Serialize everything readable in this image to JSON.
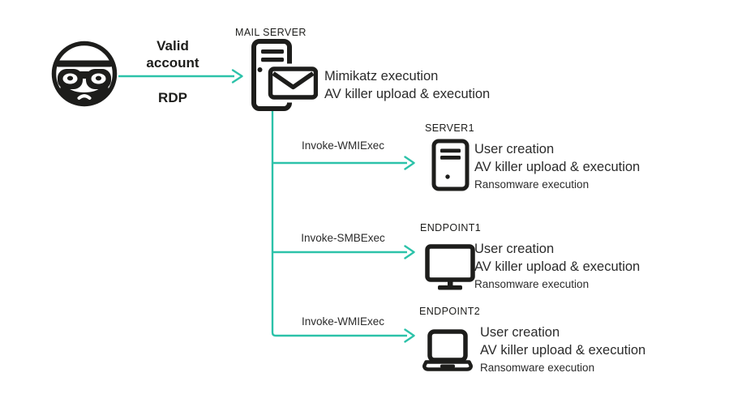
{
  "colors": {
    "arrow": "#2cc2a9",
    "icon": "#1d1d1b",
    "text": "#2b2b2b"
  },
  "attacker": {
    "icon": "attacker-icon"
  },
  "initial_access": {
    "credential": "Valid account",
    "protocol": "RDP"
  },
  "mail_server": {
    "label": "MAIL SERVER",
    "icon": "mail-server-icon",
    "actions": [
      "Mimikatz execution",
      "AV killer upload & execution"
    ]
  },
  "branches": [
    {
      "method": "Invoke-WMIExec",
      "target": "SERVER1",
      "icon": "server-icon",
      "actions": [
        "User creation",
        "AV killer upload & execution"
      ],
      "sub_action": "Ransomware execution"
    },
    {
      "method": "Invoke-SMBExec",
      "target": "ENDPOINT1",
      "icon": "monitor-icon",
      "actions": [
        "User creation",
        "AV killer upload & execution"
      ],
      "sub_action": "Ransomware execution"
    },
    {
      "method": "Invoke-WMIExec",
      "target": "ENDPOINT2",
      "icon": "laptop-icon",
      "actions": [
        "User creation",
        "AV killer upload & execution"
      ],
      "sub_action": "Ransomware execution"
    }
  ]
}
